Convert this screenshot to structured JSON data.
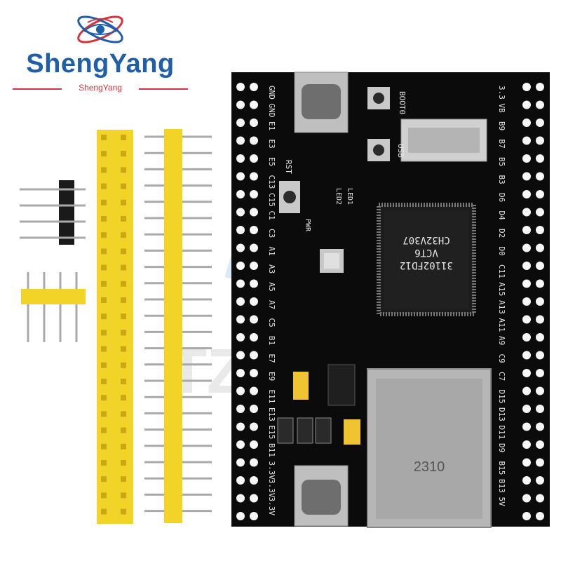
{
  "brand": {
    "name": "ShengYang",
    "subtitle": "ShengYang",
    "colors": {
      "primary": "#1f5fa8",
      "accent": "#d8333a"
    }
  },
  "board": {
    "color": "#0b0b0b",
    "chip": {
      "line1": "CH32V307",
      "line2": "VCT6",
      "line3": "31102FD12"
    },
    "rj45_label": "2310",
    "button_labels": {
      "boot": "BOOT0",
      "rst": "RST",
      "usb": "USB"
    },
    "led_labels": [
      "LED1",
      "LED2",
      "PWR"
    ],
    "top_header": "3.3",
    "left_header": [
      "GND",
      "GND",
      "E1",
      "E3",
      "E5",
      "C13",
      "C15",
      "C1",
      "C3",
      "A1",
      "A3",
      "A5",
      "A7",
      "C5",
      "B1",
      "E7",
      "E9",
      "E11",
      "E13",
      "E15",
      "B11",
      "3.3V",
      "3.3V",
      "3.3V"
    ],
    "right_header": [
      "3.3",
      "VB",
      "B9",
      "B7",
      "B5",
      "B3",
      "D6",
      "D4",
      "D2",
      "D0",
      "C11",
      "A15",
      "A13",
      "A11",
      "A9",
      "C9",
      "C7",
      "D15",
      "D13",
      "D11",
      "D9",
      "B15",
      "B13",
      "5V"
    ]
  },
  "accessories": {
    "pin_headers": [
      "short-black-4pin",
      "short-yellow-4pin",
      "long-yellow-double-row",
      "long-yellow-single-row"
    ],
    "header_color": "#f2d327"
  }
}
